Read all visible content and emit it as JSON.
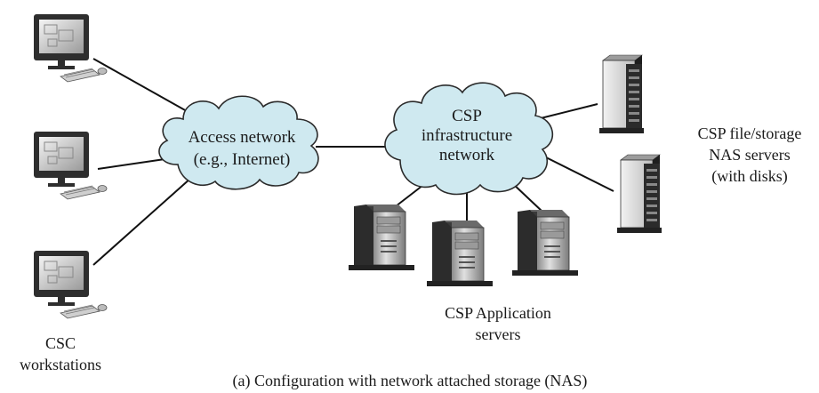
{
  "diagram": {
    "clouds": [
      {
        "id": "access",
        "lines": [
          "Access network",
          "(e.g., Internet)"
        ]
      },
      {
        "id": "csp",
        "lines": [
          "CSP",
          "infrastructure",
          "network"
        ]
      }
    ],
    "labels": {
      "workstations": [
        "CSC",
        "workstations"
      ],
      "app_servers": [
        "CSP Application",
        "servers"
      ],
      "nas_servers": [
        "CSP file/storage",
        "NAS servers",
        "(with disks)"
      ]
    },
    "caption": "(a) Configuration with network attached storage (NAS)",
    "colors": {
      "cloud_fill": "#cfe9f0",
      "cloud_stroke": "#2b2b2b",
      "line": "#111111",
      "server_dark": "#3a3a3a",
      "server_light": "#d8d8d8"
    }
  }
}
